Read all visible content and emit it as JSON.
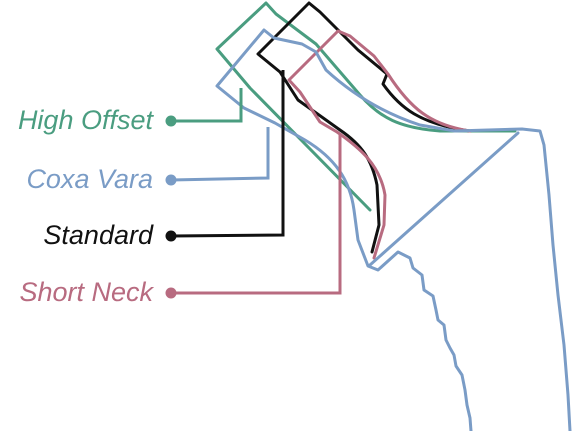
{
  "variants": [
    {
      "key": "high_offset",
      "label": "High Offset",
      "color": "#4a9d80"
    },
    {
      "key": "coxa_vara",
      "label": "Coxa Vara",
      "color": "#7a9cc6"
    },
    {
      "key": "standard",
      "label": "Standard",
      "color": "#111111"
    },
    {
      "key": "short_neck",
      "label": "Short Neck",
      "color": "#b86b80"
    }
  ]
}
